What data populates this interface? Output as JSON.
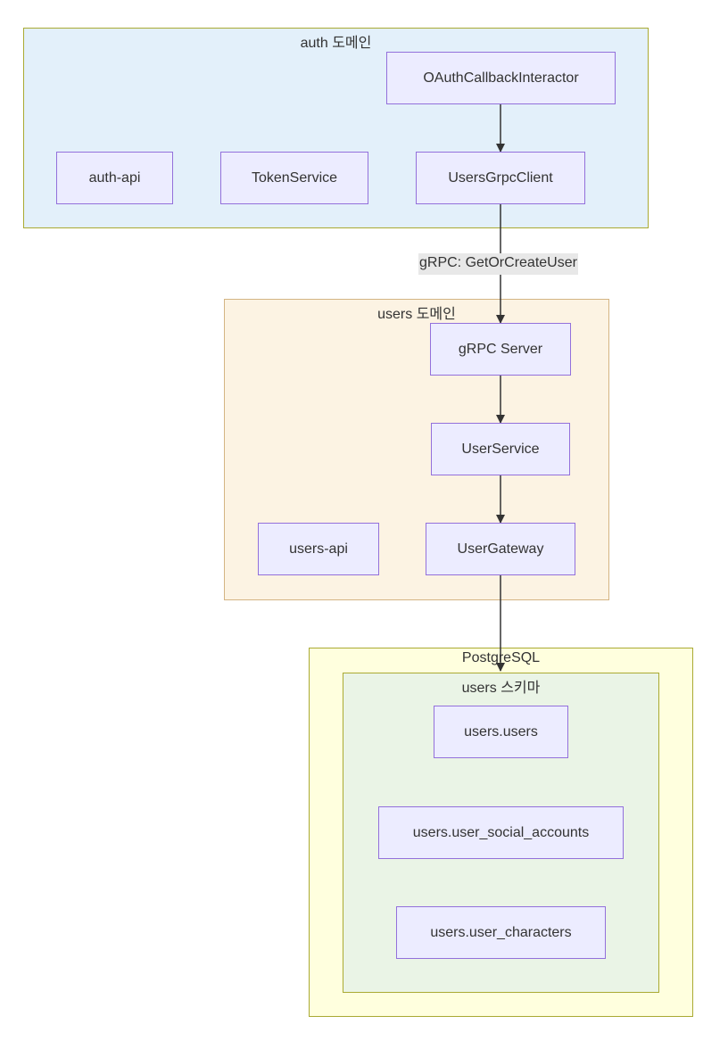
{
  "groups": {
    "auth": {
      "title": "auth 도메인",
      "fill": "#E3F0FA",
      "stroke": "#AAAA33"
    },
    "users": {
      "title": "users 도메인",
      "fill": "#FCF3E3",
      "stroke": "#D4B483"
    },
    "postgres": {
      "title": "PostgreSQL",
      "fill": "#FFFFDE",
      "stroke": "#AAAA33"
    },
    "users_schema": {
      "title": "users 스키마",
      "fill": "#EAF4E6",
      "stroke": "#AAAA33"
    }
  },
  "nodes": {
    "oauth_callback": "OAuthCallbackInteractor",
    "auth_api": "auth-api",
    "token_service": "TokenService",
    "users_grpc_client": "UsersGrpcClient",
    "grpc_server": "gRPC Server",
    "user_service": "UserService",
    "users_api": "users-api",
    "user_gateway": "UserGateway",
    "tbl_users": "users.users",
    "tbl_social": "users.user_social_accounts",
    "tbl_characters": "users.user_characters"
  },
  "edges": {
    "grpc_label": "gRPC: GetOrCreateUser"
  },
  "colors": {
    "node_fill": "#ECECFF",
    "node_stroke": "#9370DB",
    "edge": "#333333",
    "edge_label_bg": "#E8E8E8"
  }
}
